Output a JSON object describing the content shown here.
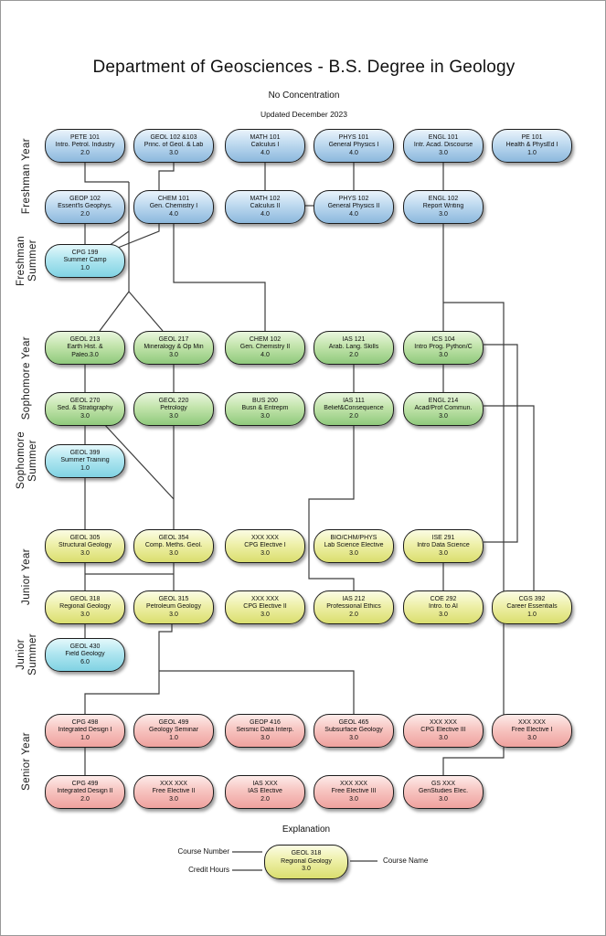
{
  "header": {
    "title": "Department of Geosciences - B.S. Degree in Geology",
    "subtitle": "No Concentration",
    "updated": "Updated December 2023"
  },
  "colors": {
    "freshman": "#8cb8dd",
    "summer": "#80d2e3",
    "sophomore": "#8fc97c",
    "junior": "#dade6e",
    "senior": "#efa19e"
  },
  "side_labels": [
    {
      "id": "freshman-year",
      "lines": [
        "Freshman Year"
      ]
    },
    {
      "id": "freshman-summer",
      "lines": [
        "Freshman",
        "Summer"
      ]
    },
    {
      "id": "sophomore-year",
      "lines": [
        "Sophomore Year"
      ]
    },
    {
      "id": "sophomore-summer",
      "lines": [
        "Sophomore",
        "Summer"
      ]
    },
    {
      "id": "junior-year",
      "lines": [
        "Junior Year"
      ]
    },
    {
      "id": "junior-summer",
      "lines": [
        "Junior",
        "Summer"
      ]
    },
    {
      "id": "senior-year",
      "lines": [
        "Senior Year"
      ]
    }
  ],
  "rows": [
    {
      "id": "f1",
      "color": "blue",
      "courses": [
        {
          "col": 0,
          "lines": [
            "PETE 101",
            "Intro. Petrol. Industry",
            "2.0"
          ]
        },
        {
          "col": 1,
          "lines": [
            "GEOL 102 &103",
            "Princ. of Geol. & Lab",
            "3.0"
          ]
        },
        {
          "col": 2,
          "lines": [
            "MATH 101",
            "Calculus I",
            "4.0"
          ]
        },
        {
          "col": 3,
          "lines": [
            "PHYS 101",
            "General Physics I",
            "4.0"
          ]
        },
        {
          "col": 4,
          "lines": [
            "ENGL 101",
            "Intr. Acad. Discourse",
            "3.0"
          ]
        },
        {
          "col": 5,
          "lines": [
            "PE 101",
            "Health & PhysEd I",
            "1.0"
          ]
        }
      ]
    },
    {
      "id": "f2",
      "color": "blue",
      "courses": [
        {
          "col": 0,
          "lines": [
            "GEOP 102",
            "Essent'ls  Geophys.",
            "2.0"
          ]
        },
        {
          "col": 1,
          "lines": [
            "CHEM 101",
            "Gen. Chemistry I",
            "4.0"
          ]
        },
        {
          "col": 2,
          "lines": [
            "MATH 102",
            "Calculus II",
            "4.0"
          ]
        },
        {
          "col": 3,
          "lines": [
            "PHYS 102",
            "General Physics II",
            "4.0"
          ]
        },
        {
          "col": 4,
          "lines": [
            "ENGL 102",
            "Report Writing",
            "3.0"
          ]
        }
      ]
    },
    {
      "id": "fs",
      "color": "cyan",
      "courses": [
        {
          "col": 0,
          "lines": [
            "CPG 199",
            "Summer Camp",
            "1.0"
          ]
        }
      ]
    },
    {
      "id": "s1",
      "color": "green",
      "courses": [
        {
          "col": 0,
          "lines": [
            "GEOL 213",
            "Earth Hist. &",
            "Paleo.3.0"
          ]
        },
        {
          "col": 1,
          "lines": [
            "GEOL 217",
            "Mineralogy & Op Min",
            "3.0"
          ]
        },
        {
          "col": 2,
          "lines": [
            "CHEM 102",
            "Gen. Chemistry II",
            "4.0"
          ]
        },
        {
          "col": 3,
          "lines": [
            "IAS 121",
            "Arab. Lang. Skills",
            "2.0"
          ]
        },
        {
          "col": 4,
          "lines": [
            "ICS 104",
            "Intro Prog. Python/C",
            "3.0"
          ]
        }
      ]
    },
    {
      "id": "s2",
      "color": "green",
      "courses": [
        {
          "col": 0,
          "lines": [
            "GEOL 270",
            "Sed. & Stratigraphy",
            "3.0"
          ]
        },
        {
          "col": 1,
          "lines": [
            "GEOL 220",
            "Petrology",
            "3.0"
          ]
        },
        {
          "col": 2,
          "lines": [
            "BUS 200",
            "Busn & Entrepm",
            "3.0"
          ]
        },
        {
          "col": 3,
          "lines": [
            "IAS 111",
            "Belief&Consequence",
            "2.0"
          ]
        },
        {
          "col": 4,
          "lines": [
            "ENGL 214",
            "Acad/Prof Commun.",
            "3.0"
          ]
        }
      ]
    },
    {
      "id": "ss",
      "color": "cyan",
      "courses": [
        {
          "col": 0,
          "lines": [
            "GEOL 399",
            "Summer Training",
            "1.0"
          ]
        }
      ]
    },
    {
      "id": "j1",
      "color": "yellow",
      "courses": [
        {
          "col": 0,
          "lines": [
            "GEOL 305",
            "Structural Geology",
            "3.0"
          ]
        },
        {
          "col": 1,
          "lines": [
            "GEOL 354",
            "Comp. Meths. Geol.",
            "3.0"
          ]
        },
        {
          "col": 2,
          "lines": [
            "XXX XXX",
            "CPG Elective I",
            "3.0"
          ]
        },
        {
          "col": 3,
          "lines": [
            "BIO/CHM/PHYS",
            "Lab Science Elective",
            "3.0"
          ]
        },
        {
          "col": 4,
          "lines": [
            "ISE 291",
            "Intro Data Science",
            "3.0"
          ]
        }
      ]
    },
    {
      "id": "j2",
      "color": "yellow",
      "courses": [
        {
          "col": 0,
          "lines": [
            "GEOL 318",
            "Regional Geology",
            "3.0"
          ]
        },
        {
          "col": 1,
          "lines": [
            "GEOL 315",
            "Petroleum Geology",
            "3.0"
          ]
        },
        {
          "col": 2,
          "lines": [
            "XXX XXX",
            "CPG Elective II",
            "3.0"
          ]
        },
        {
          "col": 3,
          "lines": [
            "IAS 212",
            "Professional Ethics",
            "2.0"
          ]
        },
        {
          "col": 4,
          "lines": [
            "COE 292",
            "Intro. to AI",
            "3.0"
          ]
        },
        {
          "col": 5,
          "lines": [
            "CGS 392",
            "Career Essentials",
            "1.0"
          ]
        }
      ]
    },
    {
      "id": "js",
      "color": "cyan",
      "courses": [
        {
          "col": 0,
          "lines": [
            "GEOL 430",
            "Field Geology",
            "6.0"
          ]
        }
      ]
    },
    {
      "id": "r1",
      "color": "pink",
      "courses": [
        {
          "col": 0,
          "lines": [
            "CPG 498",
            "Integrated Design I",
            "1.0"
          ]
        },
        {
          "col": 1,
          "lines": [
            "GEOL 499",
            "Geology Seminar",
            "1.0"
          ]
        },
        {
          "col": 2,
          "lines": [
            "GEOP 416",
            "Seismic Data Interp.",
            "3.0"
          ]
        },
        {
          "col": 3,
          "lines": [
            "GEOL 465",
            "Subsurface Geology",
            "3.0"
          ]
        },
        {
          "col": 4,
          "lines": [
            "XXX XXX",
            "CPG Elective III",
            "3.0"
          ]
        },
        {
          "col": 5,
          "lines": [
            "XXX XXX",
            "Free Elective I",
            "3.0"
          ]
        }
      ]
    },
    {
      "id": "r2",
      "color": "pink",
      "courses": [
        {
          "col": 0,
          "lines": [
            "CPG 499",
            "Integrated Design II",
            "2.0"
          ]
        },
        {
          "col": 1,
          "lines": [
            "XXX XXX",
            "Free Elective II",
            "3.0"
          ]
        },
        {
          "col": 2,
          "lines": [
            "IAS XXX",
            "IAS Elective",
            "2.0"
          ]
        },
        {
          "col": 3,
          "lines": [
            "XXX XXX",
            "Free Elective III",
            "3.0"
          ]
        },
        {
          "col": 4,
          "lines": [
            "GS XXX",
            "GenStudies Elec.",
            "3.0"
          ]
        }
      ]
    }
  ],
  "legend": {
    "title": "Explanation",
    "sample": {
      "lines": [
        "GEOL 318",
        "Regional Geology",
        "3.0"
      ],
      "color": "yellow"
    },
    "course_number_label": "Course Number",
    "credit_hours_label": "Credit Hours",
    "course_name_label": "Course Name"
  }
}
